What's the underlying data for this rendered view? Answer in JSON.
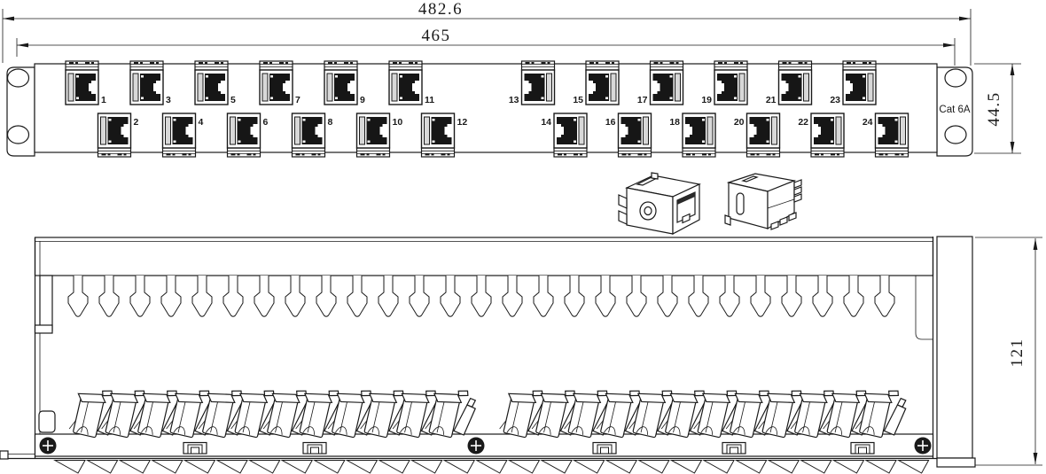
{
  "labels": {
    "category": "Cat 6A"
  },
  "dimensions": {
    "overall_width_mm": "482.6",
    "mounting_hole_span_mm": "465",
    "panel_height_mm": "44.5",
    "panel_depth_mm": "121"
  },
  "front_view": {
    "port_count": 24,
    "mounting_holes_per_ear": 2,
    "port_numbers": [
      "1",
      "2",
      "3",
      "4",
      "5",
      "6",
      "7",
      "8",
      "9",
      "10",
      "11",
      "12",
      "13",
      "14",
      "15",
      "16",
      "17",
      "18",
      "19",
      "20",
      "21",
      "22",
      "23",
      "24"
    ]
  },
  "rear_view": {
    "cable_hook_count": 27,
    "keystone_module_count": 24,
    "screw_count": 3,
    "cable_tie_clip_count": 5,
    "front_flap_count": 27
  },
  "colors": {
    "line": "#1a1a1a",
    "jack_fill": "#161616",
    "stripe_fill": "#d8d8d8",
    "background": "#ffffff"
  }
}
